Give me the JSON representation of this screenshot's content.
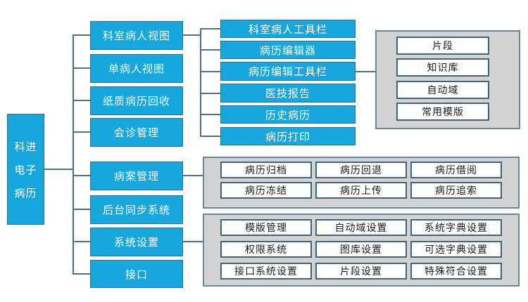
{
  "diagram": {
    "root": {
      "lines": [
        "科进",
        "电子",
        "病历"
      ]
    },
    "main": [
      "科室病人视图",
      "单病人视图",
      "纸质病历回收",
      "会诊管理",
      "病案管理",
      "后台同步系统",
      "系统设置",
      "接口"
    ],
    "view_sub": [
      "科室病人工具栏",
      "病历编辑器",
      "病历编辑工具栏",
      "医技报告",
      "历史病历",
      "病历打印"
    ],
    "toolbar_sub": [
      "片段",
      "知识库",
      "自动域",
      "常用模版"
    ],
    "record_sub": [
      "病历归档",
      "病历回退",
      "病历借阅",
      "病历冻结",
      "病历上传",
      "病历追索"
    ],
    "settings_sub": [
      "模版管理",
      "自动域设置",
      "系统字典设置",
      "权限系统",
      "图库设置",
      "可选字典设置",
      "接口系统设置",
      "片段设置",
      "特殊符合设置"
    ]
  },
  "colors": {
    "node-blue": "#17a7dc",
    "node-border": "#2d7396",
    "line": "#4d7089",
    "panel-bg": "#d2d2d3",
    "panel-border": "#65879b",
    "white-node-border": "#3f647c",
    "text-dark": "#1c1c1c",
    "text-light": "#ffffff"
  }
}
